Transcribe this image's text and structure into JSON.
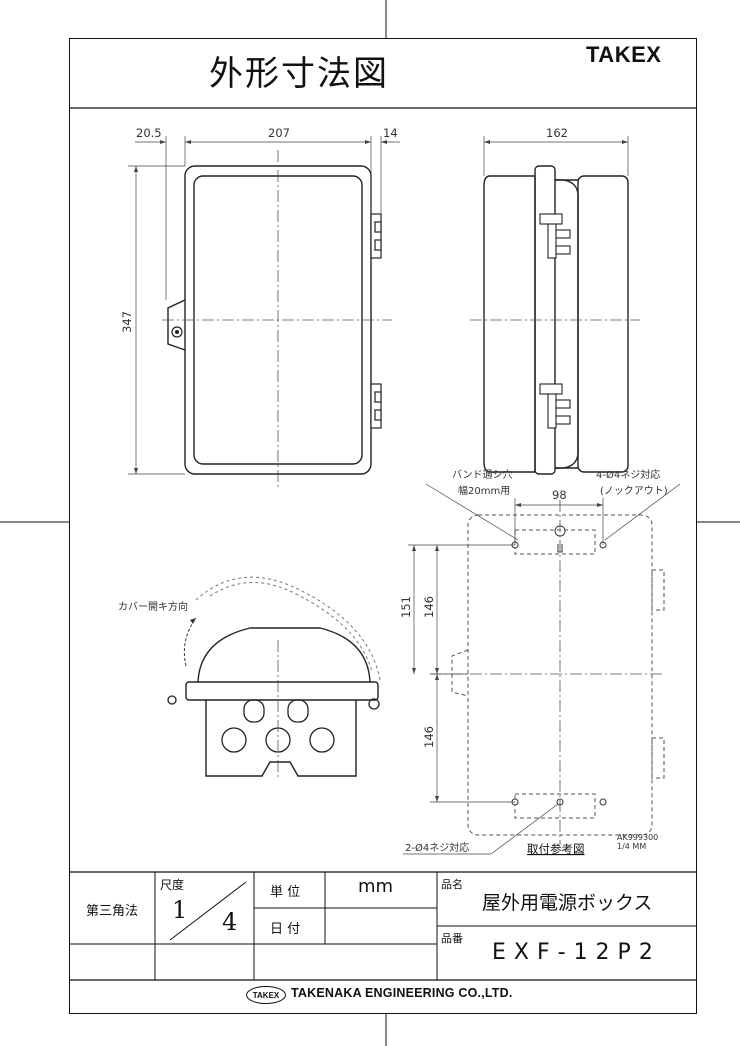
{
  "title": "外形寸法図",
  "brand": "TAKEX",
  "front_view": {
    "dim_left": "20.5",
    "dim_width": "207",
    "dim_right": "14",
    "dim_height": "347"
  },
  "side_view": {
    "dim_depth": "162"
  },
  "mounting_view": {
    "band_note_1": "バンド通シ穴",
    "band_note_2": "幅20mm用",
    "screw_note_1": "4-Ø4ネジ対応",
    "screw_note_2": "(ノックアウト)",
    "dim_98": "98",
    "dim_151": "151",
    "dim_146_top": "146",
    "dim_146_bottom": "146",
    "bottom_screw_note": "2-Ø4ネジ対応",
    "caption": "取付参考図",
    "drawing_code_1": "AK999300",
    "drawing_code_2": "1/4 MM"
  },
  "cover_view": {
    "cover_note": "カバー開キ方向"
  },
  "title_block": {
    "projection": "第三角法",
    "scale_label": "尺度",
    "scale_num": "1",
    "scale_den": "4",
    "unit_label": "単 位",
    "unit_value": "mm",
    "date_label": "日 付",
    "product_name_label": "品名",
    "product_name": "屋外用電源ボックス",
    "product_number_label": "品番",
    "product_number": "EXF-12P2"
  },
  "footer": {
    "logo_text": "TAKEX",
    "company": "TAKENAKA ENGINEERING CO.,LTD."
  }
}
